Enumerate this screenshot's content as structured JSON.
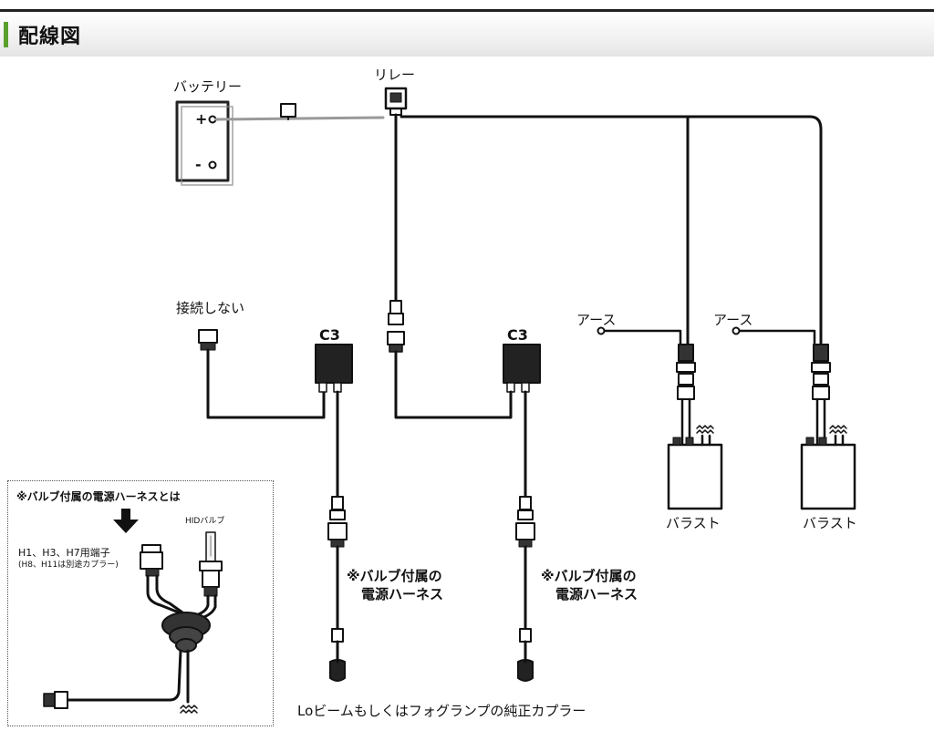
{
  "header": {
    "title": "配線図",
    "accent_color": "#5aa02c"
  },
  "labels": {
    "battery": "バッテリー",
    "relay": "リレー",
    "not_connected": "接続しない",
    "c3_left": "C3",
    "c3_right": "C3",
    "earth_left": "アース",
    "earth_right": "アース",
    "ballast_left": "バラスト",
    "ballast_right": "バラスト",
    "harness_left_line1": "※バルブ付属の",
    "harness_left_line2": "電源ハーネス",
    "harness_right_line1": "※バルブ付属の",
    "harness_right_line2": "電源ハーネス",
    "bottom_coupler": "Loビームもしくはフォグランプの純正カプラー",
    "battery_plus": "+",
    "battery_minus": "-"
  },
  "inset": {
    "heading": "※バルブ付属の電源ハーネスとは",
    "hid_bulb": "HIDバルブ",
    "terminal": "H1、H3、H7用端子",
    "coupler_note": "(H8、H11は別途カプラー)"
  },
  "icons": [
    "arrow-down-icon",
    "hid-bulb-icon",
    "connector-icon",
    "high-voltage-icon"
  ]
}
